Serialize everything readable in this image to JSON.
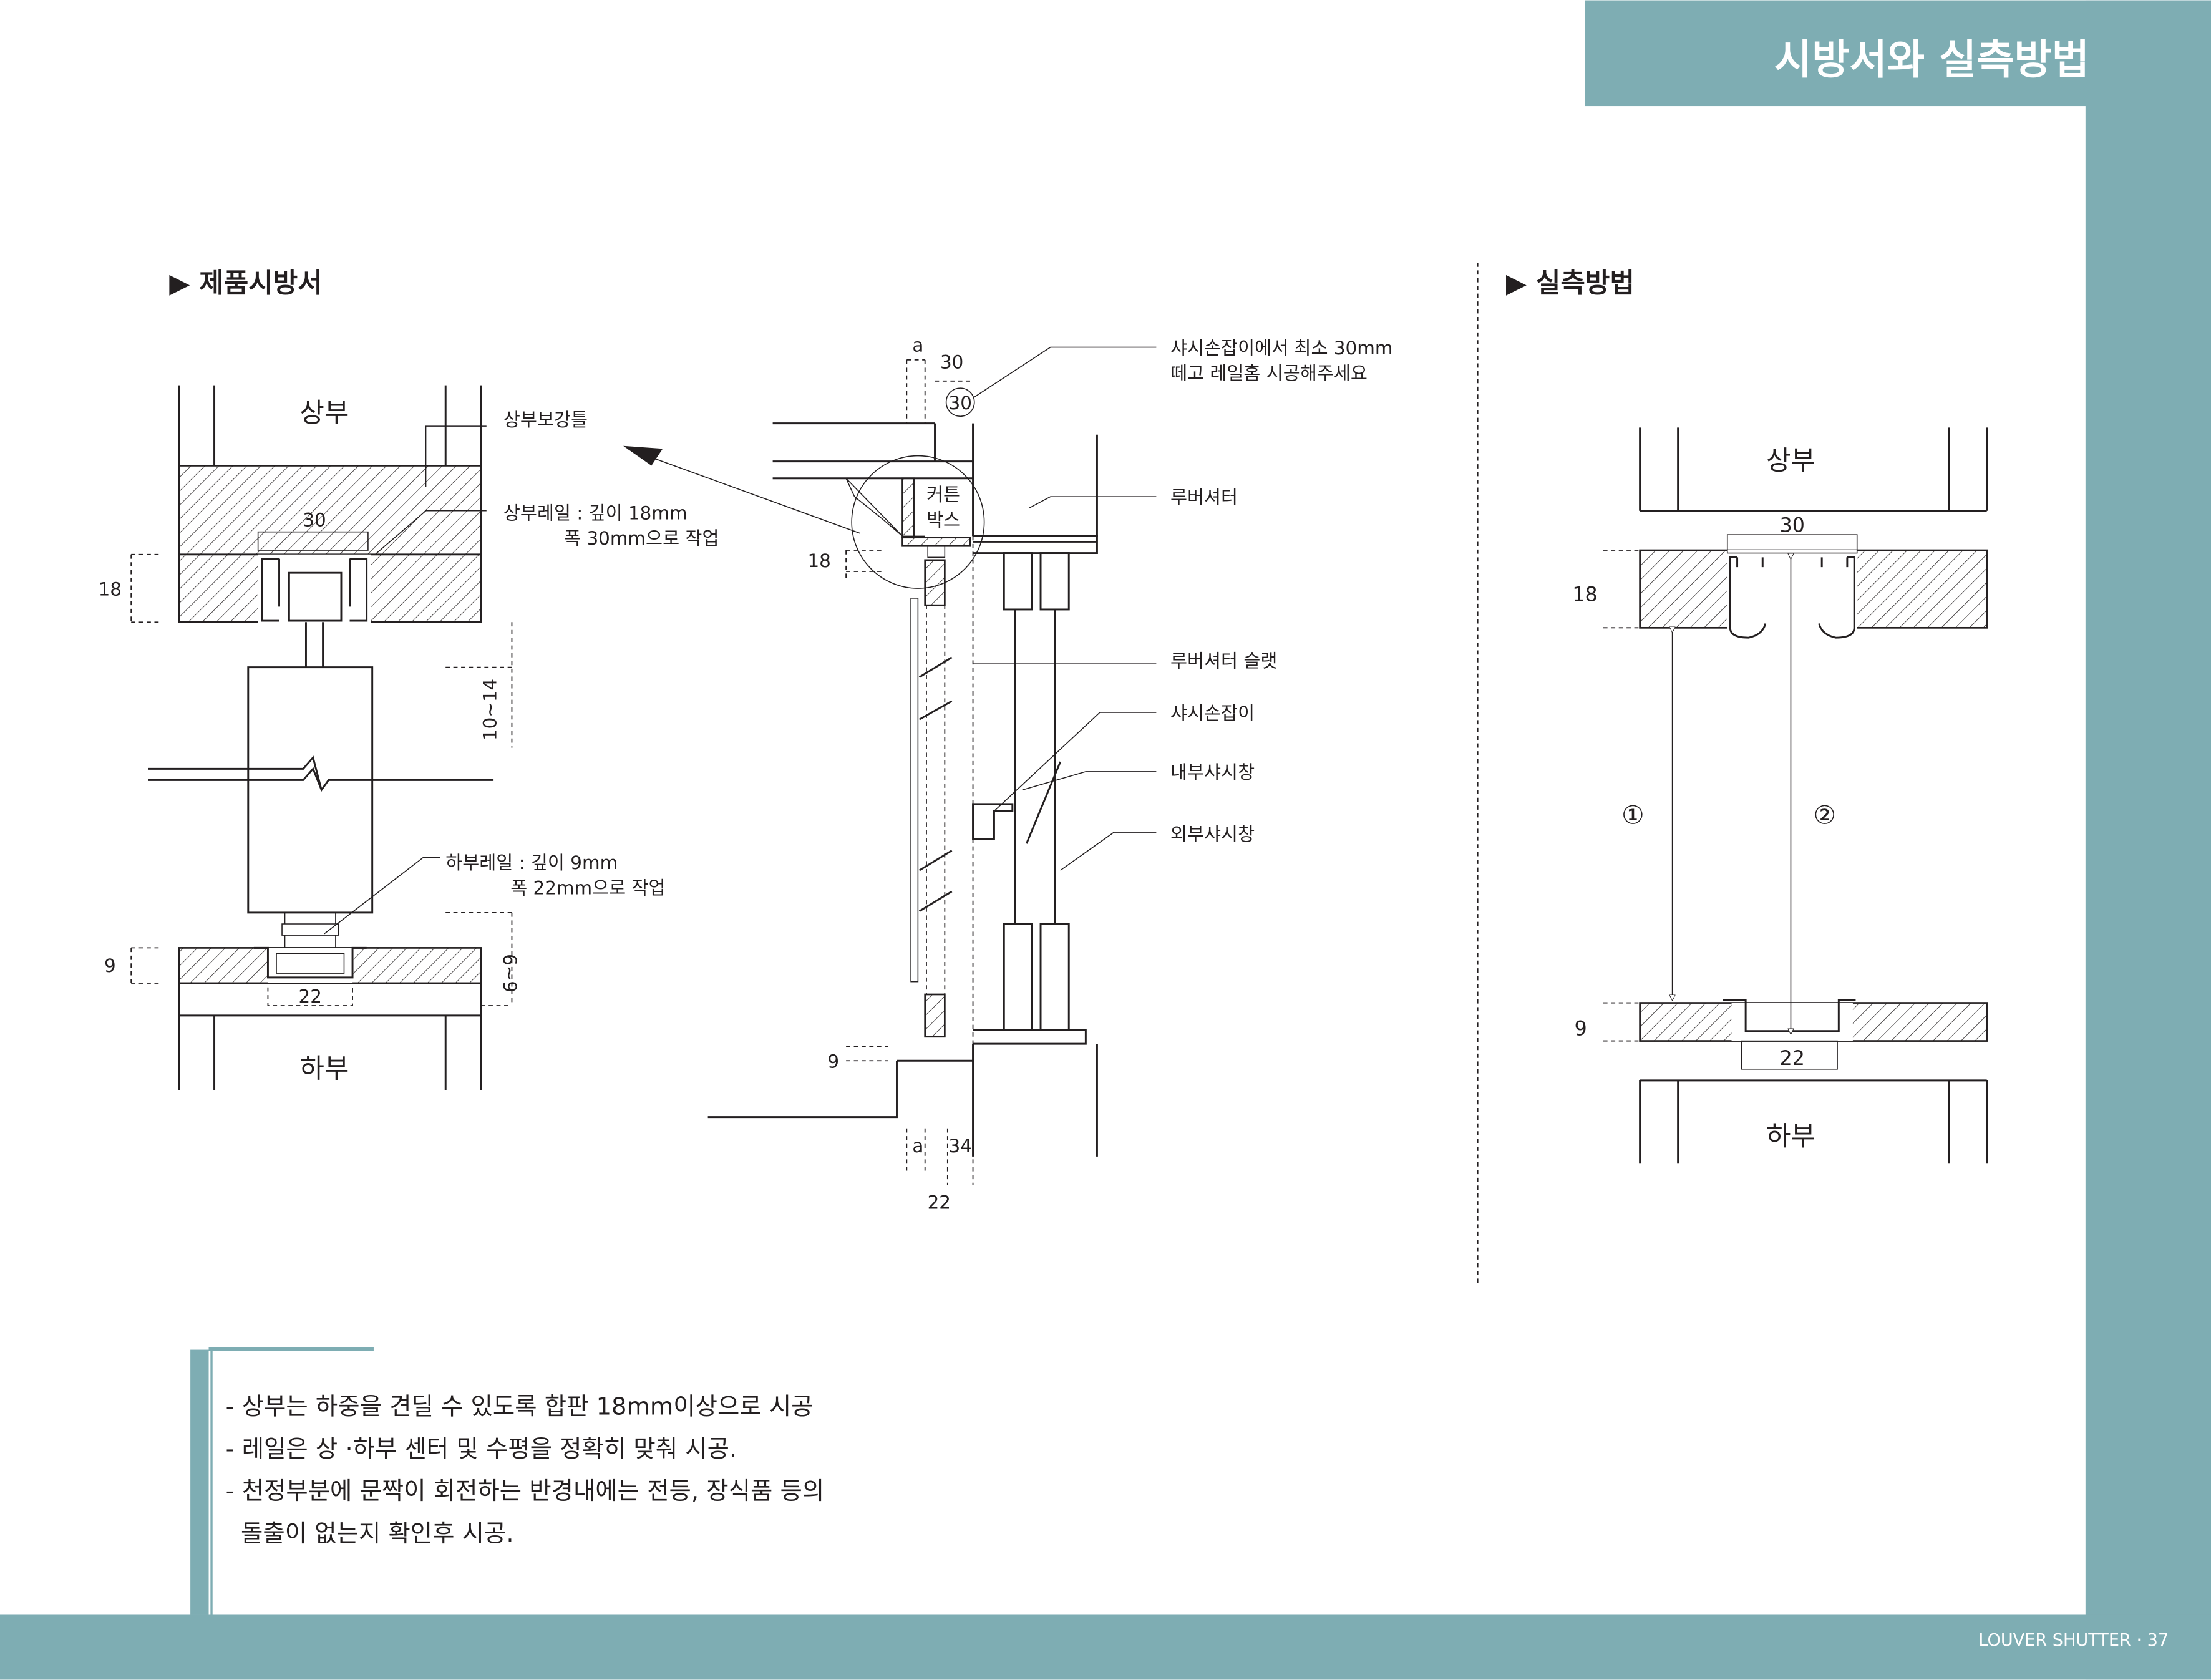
{
  "header": {
    "title": "시방서와 실측방법"
  },
  "footer": {
    "text": "LOUVER SHUTTER · 37"
  },
  "colors": {
    "accent": "#7eadb3",
    "ink": "#231f20"
  },
  "sections": {
    "spec_title": "▶ 제품시방서",
    "measure_title": "▶ 실측방법"
  },
  "spec_diagram": {
    "top": "상부",
    "bottom": "하부",
    "top_frame_label": "상부보강틀",
    "top_rail_label_1": "상부레일 : 깊이 18mm",
    "top_rail_label_2": "폭 30mm으로 작업",
    "bottom_rail_label_1": "하부레일 : 깊이 9mm",
    "bottom_rail_label_2": "폭 22mm으로 작업",
    "dim_30": "30",
    "dim_18": "18",
    "dim_10_14": "10~14",
    "dim_9": "9",
    "dim_22": "22",
    "dim_6_9": "6~9"
  },
  "section_diagram": {
    "note_1": "샤시손잡이에서 최소 30mm",
    "note_2": "떼고 레일홈 시공해주세요",
    "louver_shutter": "루버셔터",
    "louver_slat": "루버셔터 슬랫",
    "sash_handle": "샤시손잡이",
    "inner_sash": "내부샤시창",
    "outer_sash": "외부샤시창",
    "curtain_box_1": "커튼",
    "curtain_box_2": "박스",
    "dim_a_top": "a",
    "dim_30_top": "30",
    "dim_30_circle": "30",
    "dim_18": "18",
    "dim_9": "9",
    "dim_a_bottom": "a",
    "dim_34": "34",
    "dim_22": "22"
  },
  "measure_diagram": {
    "top": "상부",
    "bottom": "하부",
    "dim_30": "30",
    "dim_18": "18",
    "dim_9": "9",
    "dim_22": "22",
    "marker_1": "①",
    "marker_2": "②"
  },
  "notes": [
    "- 상부는 하중을 견딜 수 있도록 합판 18mm이상으로 시공",
    "- 레일은 상 ·하부 센터 및 수평을 정확히 맞춰 시공.",
    "- 천정부분에 문짝이 회전하는 반경내에는 전등, 장식품 등의",
    "  돌출이 없는지 확인후 시공."
  ]
}
